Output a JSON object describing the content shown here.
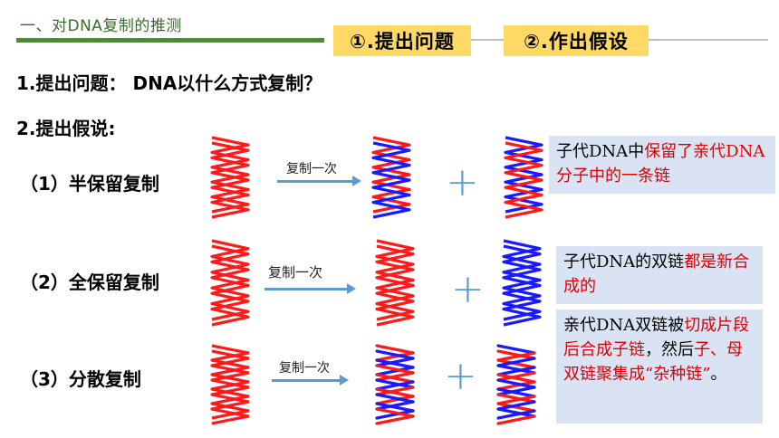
{
  "header": {
    "section_title": "一、对DNA复制的推测",
    "step1": "①.提出问题",
    "step2": "②.作出假设"
  },
  "question": "1.提出问题： DNA以什么方式复制？",
  "hypothesis_title": "2.提出假说:",
  "modes": [
    {
      "label": "（1）半保留复制",
      "arrow_text": "复制一次"
    },
    {
      "label": "（2）全保留复制",
      "arrow_text": "复制一次"
    },
    {
      "label": "（3）分散复制",
      "arrow_text": "复制一次"
    }
  ],
  "plus": "+",
  "notes": {
    "semi": {
      "plain": "子代DNA中",
      "red": "保留了亲代DNA分子中的一条链"
    },
    "conservative": {
      "plain": "子代DNA的双链",
      "red": "都是新合成的"
    },
    "dispersive": {
      "p1": "亲代DNA双链被",
      "r1": "切成片段后合成子链",
      "p2": "，然后",
      "r2": "子、母双链聚集成“杂种链”",
      "p3": "。"
    }
  },
  "colors": {
    "parent_strand": "#ff1a1a",
    "new_strand": "#1a1aff",
    "accent": "#ffd966",
    "note_bg": "#dae3f3"
  }
}
